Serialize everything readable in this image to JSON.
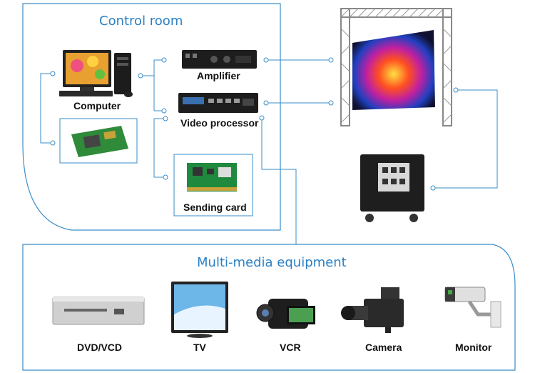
{
  "control_room": {
    "title": "Control room",
    "computer": "Computer",
    "amplifier": "Amplifier",
    "video_processor": "Video processor",
    "sending_card": "Sending card"
  },
  "multimedia": {
    "title": "Multi-media equipment",
    "devices": [
      "DVD/VCD",
      "TV",
      "VCR",
      "Camera",
      "Monitor"
    ]
  },
  "colors": {
    "line": "#3a8dc8",
    "title": "#2b80c4",
    "label": "#111111"
  }
}
